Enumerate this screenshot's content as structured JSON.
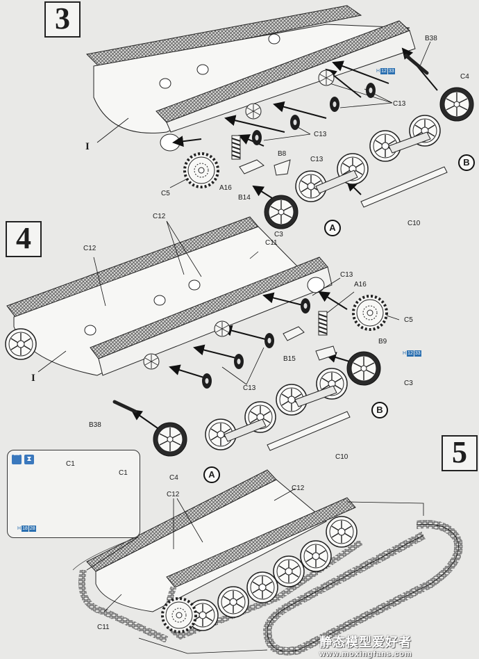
{
  "steps": {
    "s3": "3",
    "s4": "4",
    "s5": "5"
  },
  "step3": {
    "b38": "B38",
    "c4": "C4",
    "c13a": "C13",
    "c13b": "C13",
    "c13c": "C13",
    "b8": "B8",
    "a16": "A16",
    "b14": "B14",
    "c5": "C5",
    "c3": "C3",
    "c10": "C10",
    "i": "I",
    "marker_a": "A",
    "marker_b": "B",
    "ref": {
      "prefix": "H",
      "n1": "12",
      "n2": "33"
    }
  },
  "step4": {
    "c12a": "C12",
    "c12b": "C12",
    "c11": "C11",
    "c13a": "C13",
    "c13b": "C13",
    "a16": "A16",
    "c5": "C5",
    "b9": "B9",
    "b15": "B15",
    "c3": "C3",
    "b38": "B38",
    "c4": "C4",
    "c10": "C10",
    "i": "I",
    "marker_a": "A",
    "marker_b": "B",
    "ref": {
      "prefix": "H",
      "n1": "12",
      "n2": "33"
    }
  },
  "step5": {
    "c12a": "C12",
    "c12b": "C12",
    "c11": "C11",
    "inset": {
      "c1a": "C1",
      "c1b": "C1",
      "ref": {
        "prefix": "H",
        "n1": "18",
        "n2": "28"
      }
    }
  },
  "watermark": {
    "title": "静态模型爱好者",
    "url": "www.moxingfans.com"
  },
  "icons": {
    "glue": "cement-icon",
    "paint": "paint-icon"
  }
}
